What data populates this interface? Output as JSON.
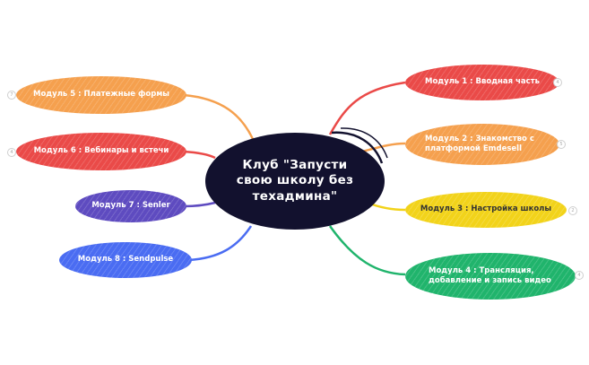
{
  "center": {
    "line1": "Клуб \"Запусти",
    "line2": "свою школу без",
    "line3": "техадмина\""
  },
  "modules": [
    {
      "label": "Модуль 1 : Вводная часть",
      "color": "#ea4a48",
      "number": "4"
    },
    {
      "label": "Модуль 2 : Знакомство с платформой Emdesell",
      "color": "#f5a04e",
      "number": "5"
    },
    {
      "label": "Модуль 3 : Настройка школы",
      "color": "#f2d31a",
      "number": "2"
    },
    {
      "label": "Модуль 4 : Трансляция, добавление и запись видео",
      "color": "#20b46c",
      "number": "4"
    },
    {
      "label": "Модуль 5 : Платежные формы",
      "color": "#f5a04e",
      "number": "7"
    },
    {
      "label": "Модуль 6 : Вебинары и встечи",
      "color": "#ea4a48",
      "number": "4"
    },
    {
      "label": "Модуль 7 : Senler",
      "color": "#5e4bc0",
      "number": ""
    },
    {
      "label": "Модуль 8 : Sendpulse",
      "color": "#4a6cf2",
      "number": ""
    }
  ]
}
